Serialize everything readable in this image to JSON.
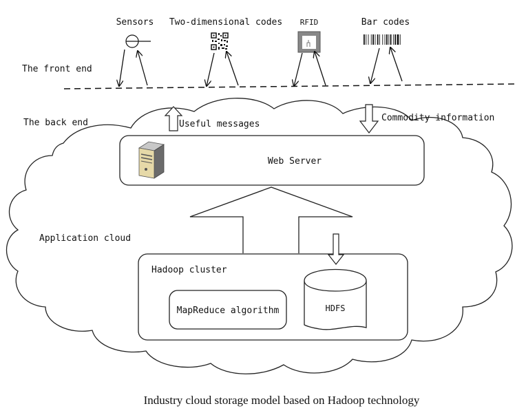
{
  "front_end": {
    "label": "The front end",
    "devices": [
      {
        "label": "Sensors",
        "icon": "sensor-icon"
      },
      {
        "label": "Two-dimensional codes",
        "icon": "qr-code-icon"
      },
      {
        "label": "RFID",
        "icon": "rfid-tag-icon"
      },
      {
        "label": "Bar codes",
        "icon": "barcode-icon"
      }
    ]
  },
  "back_end": {
    "label": "The back end",
    "useful_messages": "Useful messages",
    "commodity_information": "Commodity information",
    "application_cloud": "Application cloud",
    "web_server": {
      "label": "Web Server",
      "icon": "server-icon"
    },
    "hadoop_cluster": {
      "label": "Hadoop cluster",
      "mapreduce": "MapReduce algorithm",
      "hdfs": "HDFS"
    }
  },
  "caption": "Industry cloud storage model based on Hadoop technology"
}
